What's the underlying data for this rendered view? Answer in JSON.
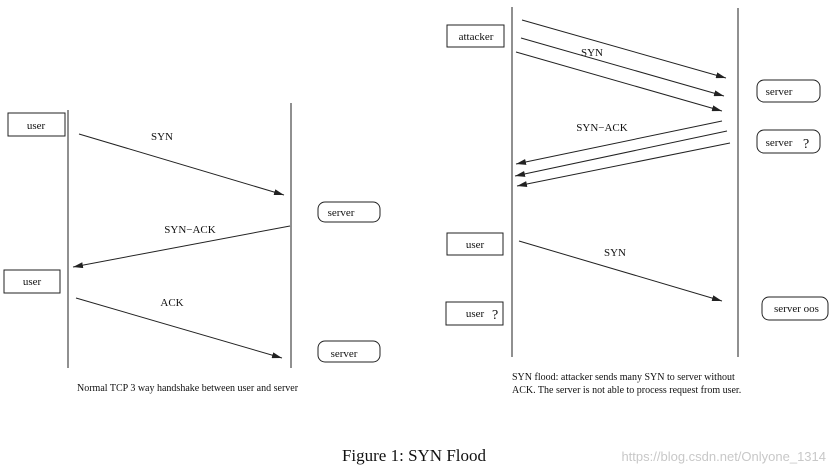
{
  "left": {
    "actor_top": "user",
    "actor_bottom": "user",
    "server_1": "server",
    "server_2": "server",
    "msg_syn": "SYN",
    "msg_synack": "SYN−ACK",
    "msg_ack": "ACK",
    "caption": "Normal TCP 3 way handshake between user and server"
  },
  "right": {
    "attacker": "attacker",
    "msg_syn": "SYN",
    "msg_synack": "SYN−ACK",
    "server_1": "server",
    "server_2": "server",
    "server_2_mark": "?",
    "user_1": "user",
    "msg_syn_user": "SYN",
    "user_2": "user",
    "user_2_mark": "?",
    "server_3": "server oos",
    "caption_line1": "SYN flood: attacker sends many SYN to server without",
    "caption_line2": "ACK. The server is not able to process request from user."
  },
  "figure_caption": "Figure 1: SYN Flood",
  "watermark": "https://blog.csdn.net/Onlyone_1314"
}
